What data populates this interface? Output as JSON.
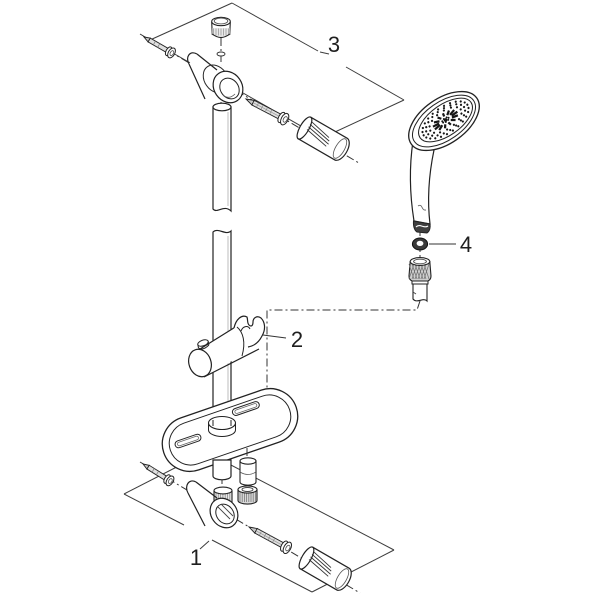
{
  "diagram": {
    "type": "exploded-parts-diagram",
    "background": "#ffffff",
    "line_color": "#2a2a2a",
    "panel_color": "#3c3c3c",
    "labels": {
      "part1": "1",
      "part2": "2",
      "part3": "3",
      "part4": "4"
    }
  }
}
